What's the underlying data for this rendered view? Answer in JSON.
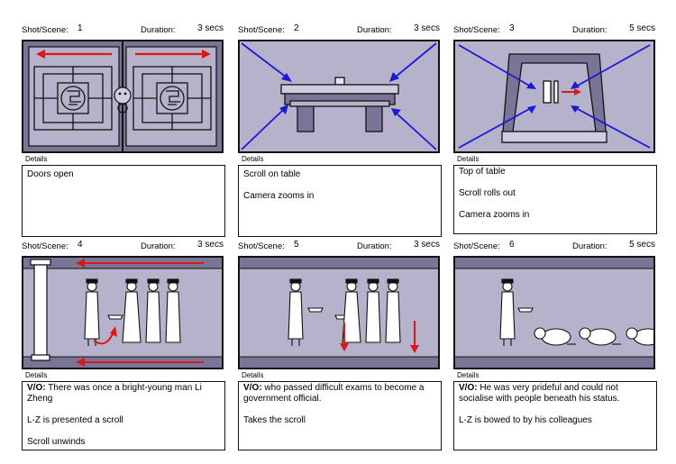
{
  "labels": {
    "shot_scene": "Shot/Scene:",
    "duration": "Duration:",
    "details": "Details"
  },
  "panels": [
    {
      "shot": "1",
      "duration": "3 secs",
      "details": [
        "Doors open"
      ],
      "details_vo": ""
    },
    {
      "shot": "2",
      "duration": "3 secs",
      "details": [
        "Scroll on table",
        "Camera zooms in"
      ],
      "details_vo": ""
    },
    {
      "shot": "3",
      "duration": "5 secs",
      "details": [
        "Top of table",
        "Scroll rolls out",
        "Camera zooms in"
      ],
      "details_vo": ""
    },
    {
      "shot": "4",
      "duration": "3 secs",
      "details_vo_label": "V/O:",
      "details_vo": "There was once a bright-young  man Li Zheng",
      "details": [
        "L-Z is presented a scroll",
        "Scroll unwinds"
      ]
    },
    {
      "shot": "5",
      "duration": "3 secs",
      "details_vo_label": "V/O:",
      "details_vo": "who passed difficult exams to become a government official.",
      "details": [
        "Takes the scroll"
      ]
    },
    {
      "shot": "6",
      "duration": "5 secs",
      "details_vo_label": "V/O:",
      "details_vo": "He was very prideful and could not socialise with people beneath his status.",
      "details": [
        "L-Z is bowed to by his colleagues"
      ]
    }
  ],
  "colors": {
    "frame_bg": "#b7b2cc",
    "frame_dark": "#7a7596",
    "arrow_red": "#e01515",
    "arrow_blue": "#1a1ad6"
  }
}
